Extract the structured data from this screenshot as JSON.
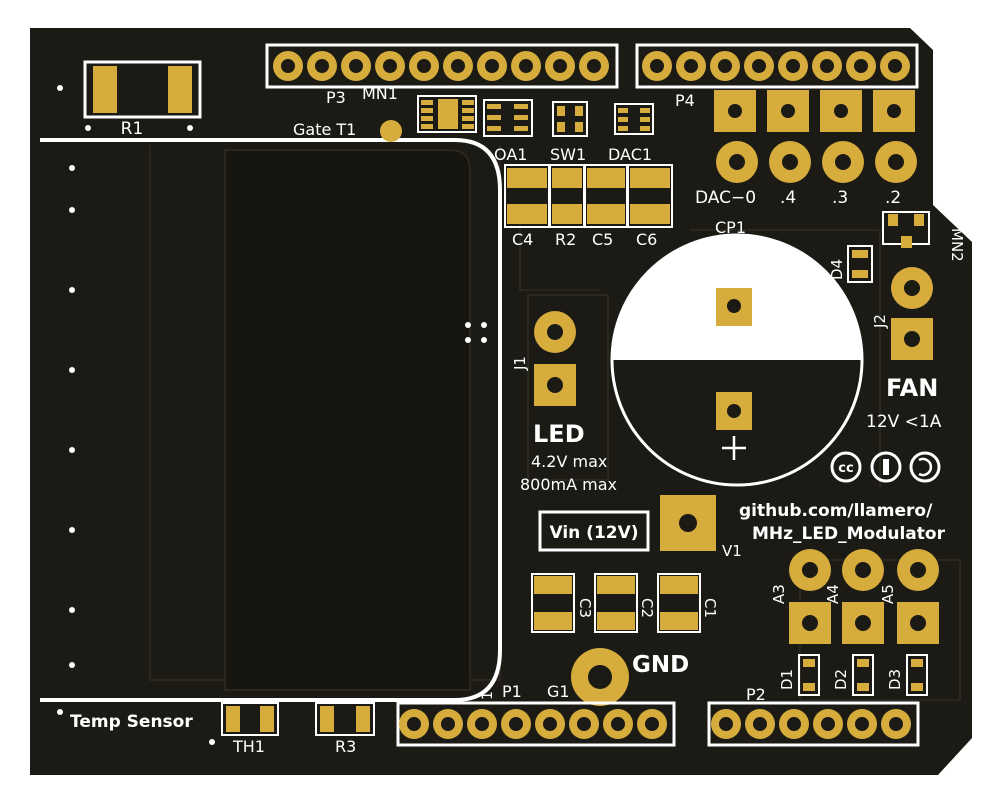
{
  "colors": {
    "board": "#1c1a14",
    "trace": "#25231c",
    "pad": "#d6ac3d",
    "silkscreen": "#ffffff"
  },
  "labels": {
    "r1": "R1",
    "p3": "P3",
    "mn1": "MN1",
    "gate_t1": "Gate T1",
    "p4": "P4",
    "oa1": "OA1",
    "sw1": "SW1",
    "dac1": "DAC1",
    "dac0": "DAC−0",
    "dot4": ".4",
    "dot3": ".3",
    "dot2": ".2",
    "c4": "C4",
    "r2": "R2",
    "c5": "C5",
    "c6": "C6",
    "cp1": "CP1",
    "d4": "D4",
    "mn2": "MN2",
    "j2": "J2",
    "j1": "J1",
    "fan": "FAN",
    "fan_rating": "12V <1A",
    "led": "LED",
    "led_voltage": "4.2V max",
    "led_current": "800mA max",
    "cc_logo": "cc",
    "repo_line1": "github.com/llamero/",
    "repo_line2": "MHz_LED_Modulator",
    "vin": "Vin (12V)",
    "v1": "V1",
    "c3": "C3",
    "c2": "C2",
    "c1": "C1",
    "a3": "A3",
    "a4": "A4",
    "a5": "A5",
    "gnd": "GND",
    "d1": "D1",
    "d2": "D2",
    "d3": "D3",
    "p1": "P1",
    "p1_pin1": "1",
    "g1": "G1",
    "p2": "P2",
    "temp_sensor": "Temp Sensor",
    "th1": "TH1",
    "r3": "R3"
  }
}
